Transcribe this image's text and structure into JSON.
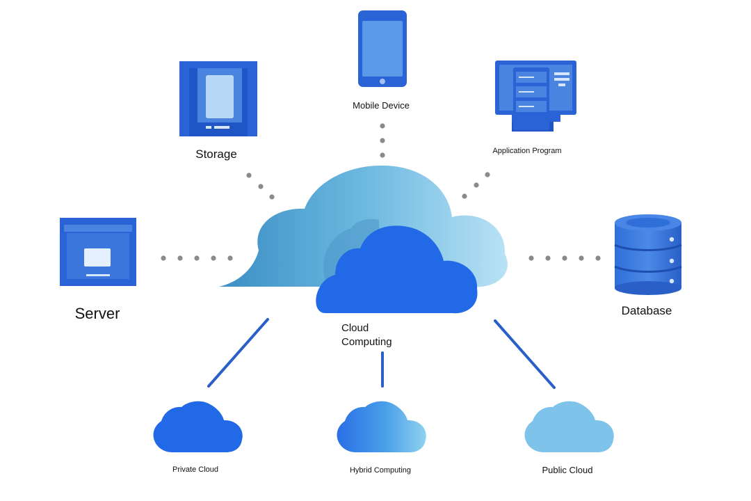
{
  "diagram": {
    "center": {
      "label_line1": "Cloud",
      "label_line2": "Computing"
    },
    "nodes": {
      "mobile": {
        "label": "Mobile Device"
      },
      "storage": {
        "label": "Storage"
      },
      "application": {
        "label": "Application Program"
      },
      "server": {
        "label": "Server"
      },
      "database": {
        "label": "Database"
      },
      "private_cloud": {
        "label": "Private Cloud"
      },
      "hybrid": {
        "label": "Hybrid Computing"
      },
      "public_cloud": {
        "label": "Public Cloud"
      }
    }
  },
  "colors": {
    "primary_blue": "#2169e6",
    "device_blue": "#2a63d6",
    "light_blue": "#7dc3ea",
    "teal_blue": "#4a9fd0",
    "connector_gray": "#8a8a8a",
    "connector_blue": "#2a5fc8"
  }
}
